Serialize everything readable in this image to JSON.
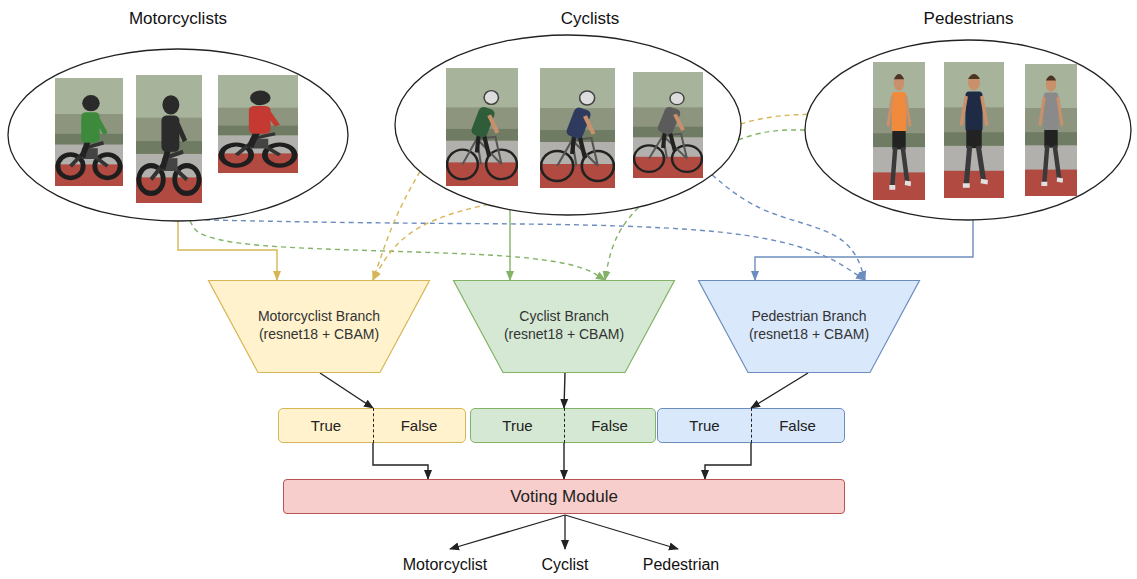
{
  "diagram": {
    "nodes": [
      {
        "text": [
          "Motorcyclists"
        ]
      },
      {
        "text": [
          "Cyclists"
        ]
      },
      {
        "text": [
          "Pedestrians"
        ]
      },
      {
        "text": [
          "Motorcyclist Branch (resnet18 + CBAM)"
        ]
      },
      {
        "text": [
          "Cyclist Branch (resnet18 + CBAM)"
        ]
      },
      {
        "text": [
          "Pedestrian Branch (resnet18 + CBAM)"
        ]
      },
      {
        "text": [
          "True",
          "False"
        ]
      },
      {
        "text": [
          "True",
          "False"
        ]
      },
      {
        "text": [
          "True",
          "False"
        ]
      },
      {
        "text": [
          "Voting Module"
        ]
      }
    ],
    "edges": [
      {
        "from": 0,
        "to": 3,
        "arrow": "to"
      },
      {
        "from": 0,
        "to": 4,
        "arrow": "to"
      },
      {
        "from": 0,
        "to": 5,
        "arrow": "to"
      },
      {
        "from": 1,
        "to": 3,
        "arrow": "to"
      },
      {
        "from": 2,
        "to": 3,
        "arrow": "to"
      },
      {
        "from": 1,
        "to": 4,
        "arrow": "to"
      },
      {
        "from": 1,
        "to": 5,
        "arrow": "to"
      },
      {
        "from": 2,
        "to": 4,
        "arrow": "to"
      },
      {
        "from": 2,
        "to": 5,
        "arrow": "to"
      },
      {
        "from": 3,
        "to": 6,
        "arrow": "to"
      },
      {
        "from": 4,
        "to": 7,
        "arrow": "to"
      },
      {
        "from": 5,
        "to": 8,
        "arrow": "to"
      },
      {
        "from": 6,
        "to": 9,
        "arrow": "to"
      },
      {
        "from": 7,
        "to": 9,
        "arrow": "to"
      },
      {
        "from": 8,
        "to": 9,
        "arrow": "to"
      }
    ],
    "labels": [
      "Motorcyclist",
      "Cyclist",
      "Pedestrian"
    ]
  }
}
